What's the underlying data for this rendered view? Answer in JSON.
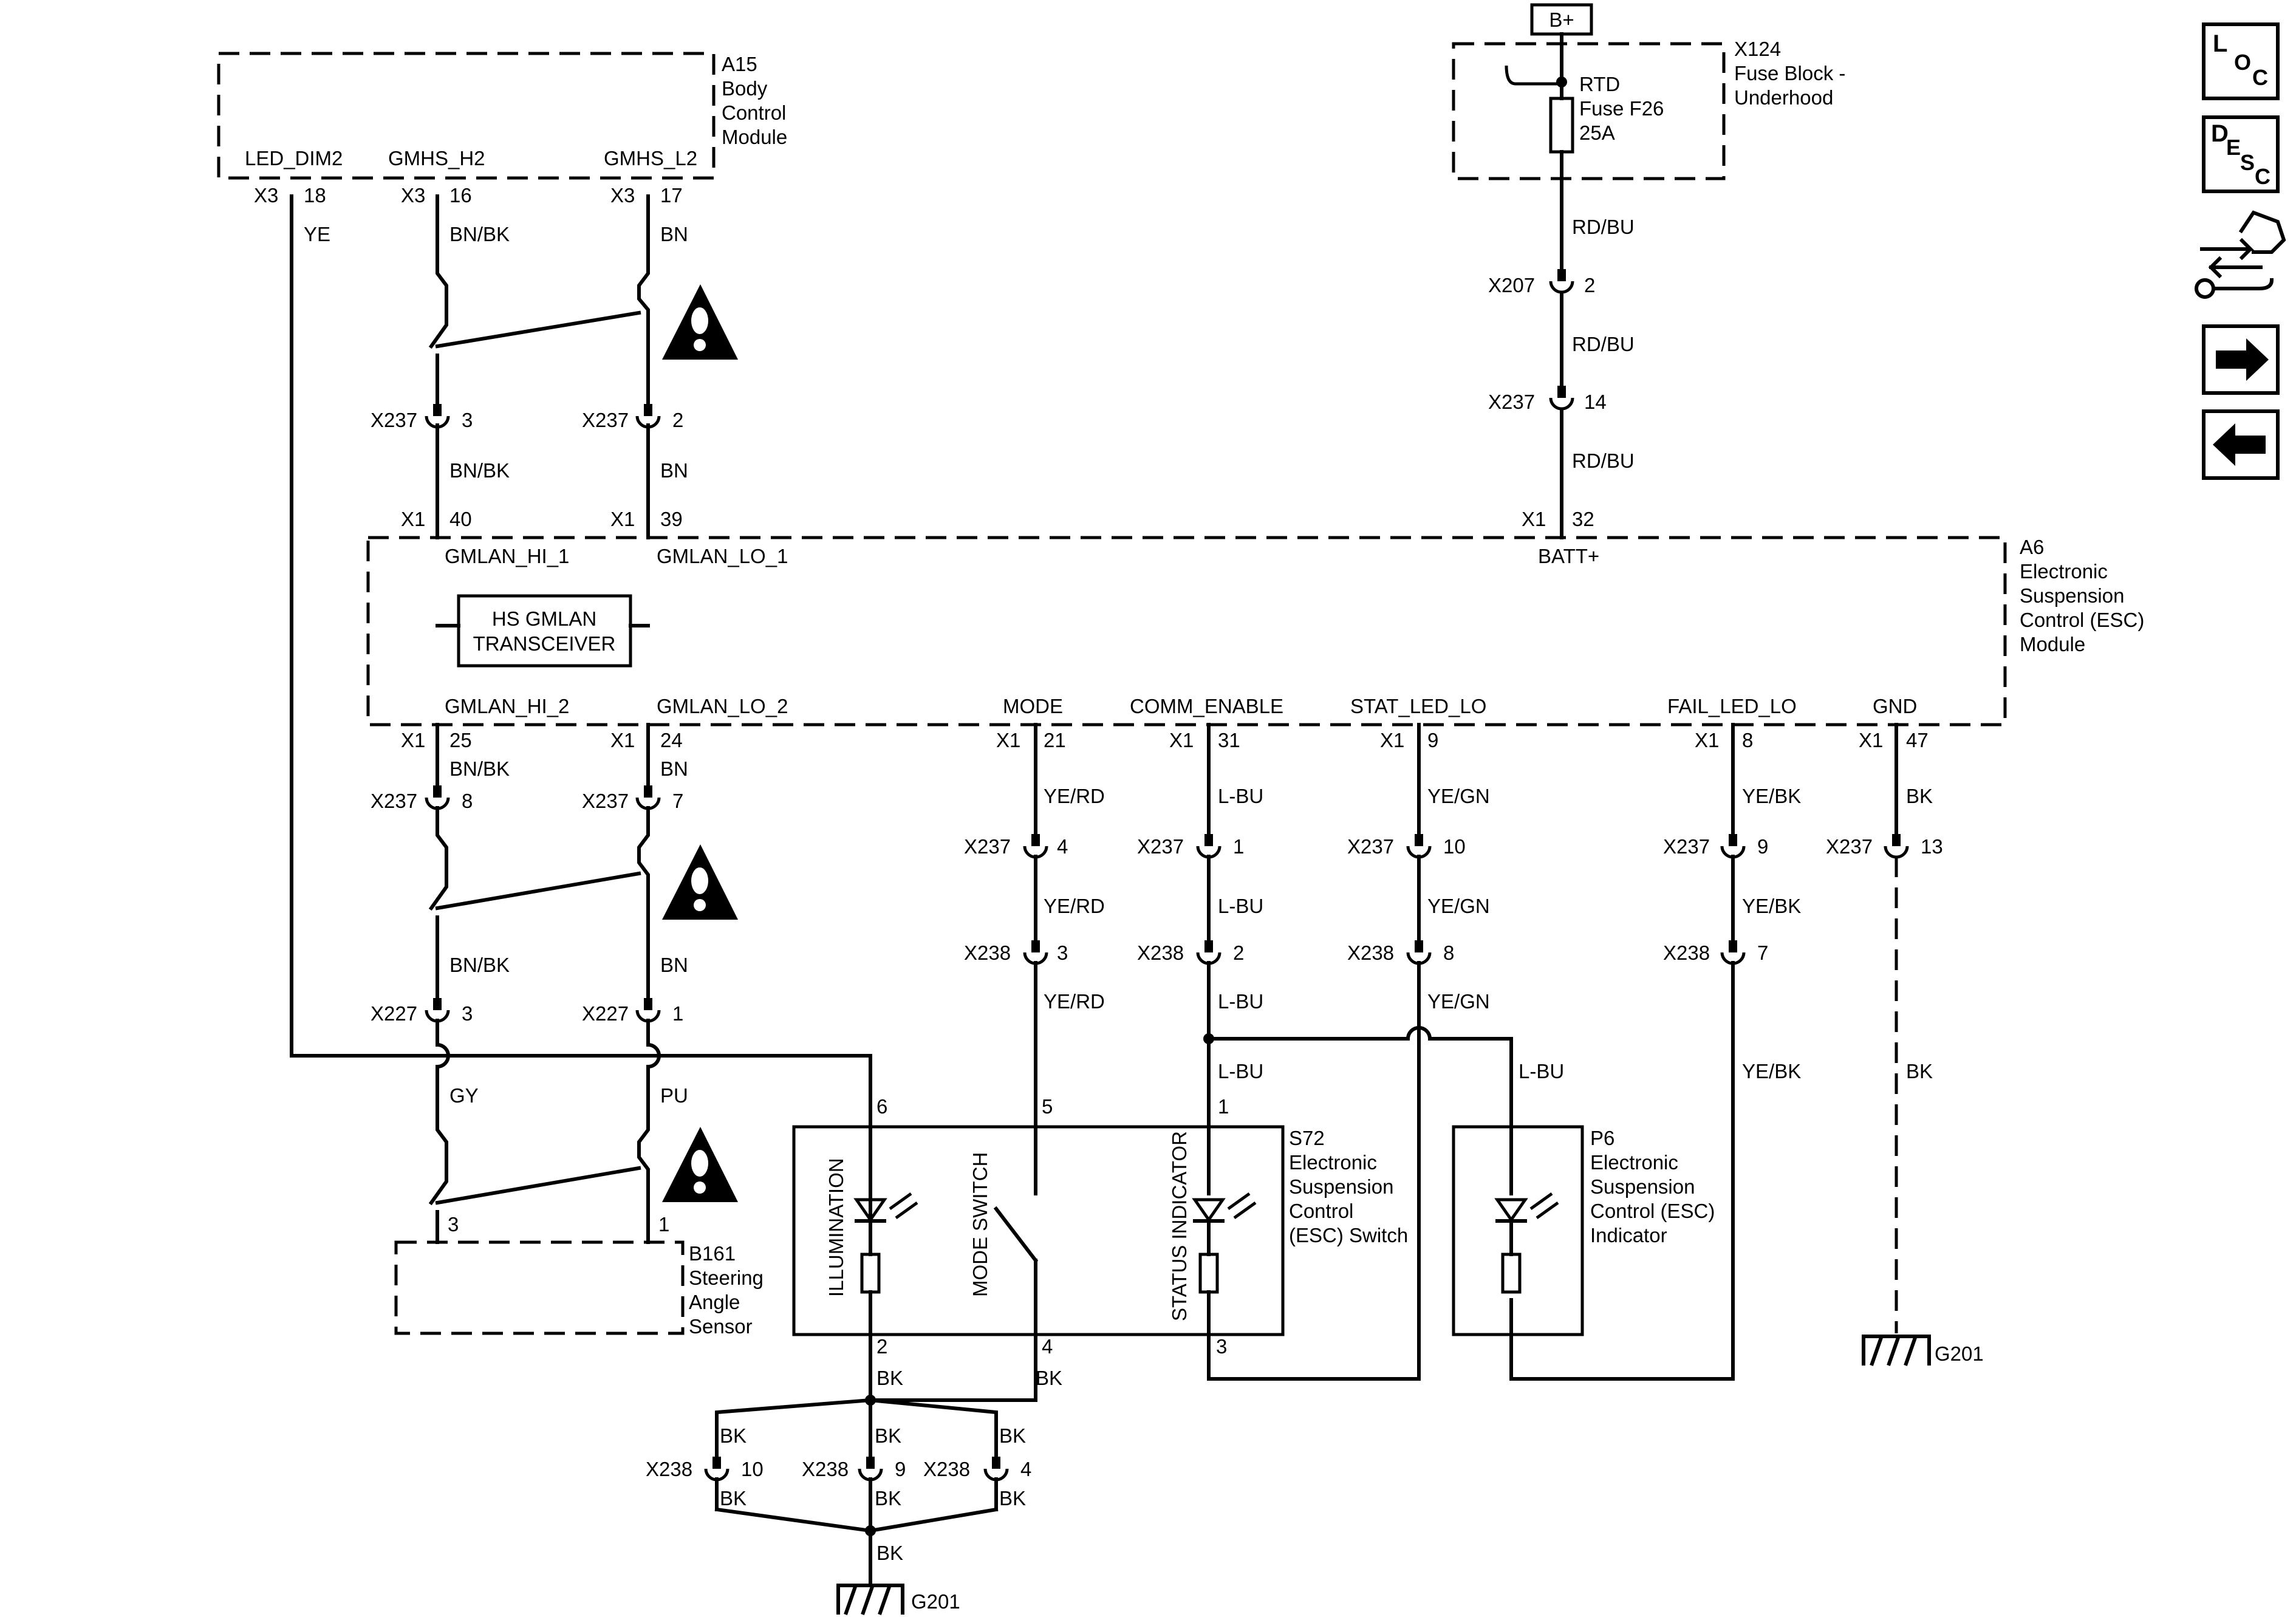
{
  "supply": {
    "label": "B+"
  },
  "components": {
    "fuse_block": {
      "ref": "X124",
      "name_lines": [
        "Fuse Block -",
        "Underhood"
      ],
      "fuse_lines": [
        "RTD",
        "Fuse F26",
        "25A"
      ]
    },
    "bcm": {
      "ref": "A15",
      "name_lines": [
        "Body",
        "Control",
        "Module"
      ],
      "pins": [
        "LED_DIM2",
        "GMHS_H2",
        "GMHS_L2"
      ]
    },
    "esc_module": {
      "ref": "A6",
      "name_lines": [
        "Electronic",
        "Suspension",
        "Control (ESC)",
        "Module"
      ],
      "top_pins": [
        "GMLAN_HI_1",
        "GMLAN_LO_1",
        "BATT+"
      ],
      "bottom_pins": [
        "GMLAN_HI_2",
        "GMLAN_LO_2",
        "MODE",
        "COMM_ENABLE",
        "STAT_LED_LO",
        "FAIL_LED_LO",
        "GND"
      ],
      "transceiver_lines": [
        "HS GMLAN",
        "TRANSCEIVER"
      ]
    },
    "esc_switch": {
      "ref": "S72",
      "name_lines": [
        "Electronic",
        "Suspension",
        "Control",
        "(ESC) Switch"
      ],
      "internal_labels": [
        "ILLUMINATION",
        "MODE SWITCH",
        "STATUS INDICATOR"
      ]
    },
    "esc_indicator": {
      "ref": "P6",
      "name_lines": [
        "Electronic",
        "Suspension",
        "Control (ESC)",
        "Indicator"
      ]
    },
    "steering_sensor": {
      "ref": "B161",
      "name_lines": [
        "Steering",
        "Angle",
        "Sensor"
      ]
    }
  },
  "grounds": [
    "G201",
    "G201"
  ],
  "circuits": {
    "gmhs_hi": {
      "pins": [
        "X3",
        "16",
        "X237",
        "3",
        "X1",
        "40",
        "X1",
        "25",
        "X237",
        "8",
        "X227",
        "3",
        "3"
      ],
      "colors": [
        "BN/BK",
        "BN/BK",
        "BN/BK",
        "BN/BK",
        "GY"
      ]
    },
    "gmhs_lo": {
      "pins": [
        "X3",
        "17",
        "X237",
        "2",
        "X1",
        "39",
        "X1",
        "24",
        "X237",
        "7",
        "X227",
        "1",
        "1"
      ],
      "colors": [
        "BN",
        "BN",
        "BN",
        "BN",
        "PU"
      ]
    },
    "led_dim": {
      "pins": [
        "X3",
        "18",
        "6"
      ],
      "colors": [
        "YE"
      ]
    },
    "batt": {
      "pins": [
        "X207",
        "2",
        "X237",
        "14",
        "X1",
        "32"
      ],
      "colors": [
        "RD/BU",
        "RD/BU",
        "RD/BU"
      ]
    },
    "mode": {
      "pins": [
        "X1",
        "21",
        "X237",
        "4",
        "X238",
        "3",
        "5"
      ],
      "colors": [
        "YE/RD",
        "YE/RD",
        "YE/RD"
      ]
    },
    "comm": {
      "pins": [
        "X1",
        "31",
        "X237",
        "1",
        "X238",
        "2",
        "1"
      ],
      "colors": [
        "L-BU",
        "L-BU",
        "L-BU",
        "L-BU",
        "L-BU"
      ]
    },
    "stat": {
      "pins": [
        "X1",
        "9",
        "X237",
        "10",
        "X238",
        "8",
        "3"
      ],
      "colors": [
        "YE/GN",
        "YE/GN",
        "YE/GN"
      ]
    },
    "fail": {
      "pins": [
        "X1",
        "8",
        "X237",
        "9",
        "X238",
        "7"
      ],
      "colors": [
        "YE/BK",
        "YE/BK",
        "YE/BK"
      ]
    },
    "gnd": {
      "pins": [
        "X1",
        "47",
        "X237",
        "13"
      ],
      "colors": [
        "BK",
        "BK"
      ]
    },
    "switch_gnd": {
      "pins": [
        "2",
        "4",
        "X238",
        "10",
        "X238",
        "9",
        "X238",
        "4"
      ],
      "colors": [
        "BK",
        "BK",
        "BK",
        "BK",
        "BK",
        "BK",
        "BK",
        "BK",
        "BK"
      ]
    }
  },
  "nav": {
    "loc": [
      "L",
      "O",
      "C"
    ],
    "desc": [
      "D",
      "E",
      "S",
      "C"
    ]
  },
  "icons": [
    "caution-icon",
    "connector-views-icon",
    "next-page-icon",
    "previous-page-icon"
  ]
}
